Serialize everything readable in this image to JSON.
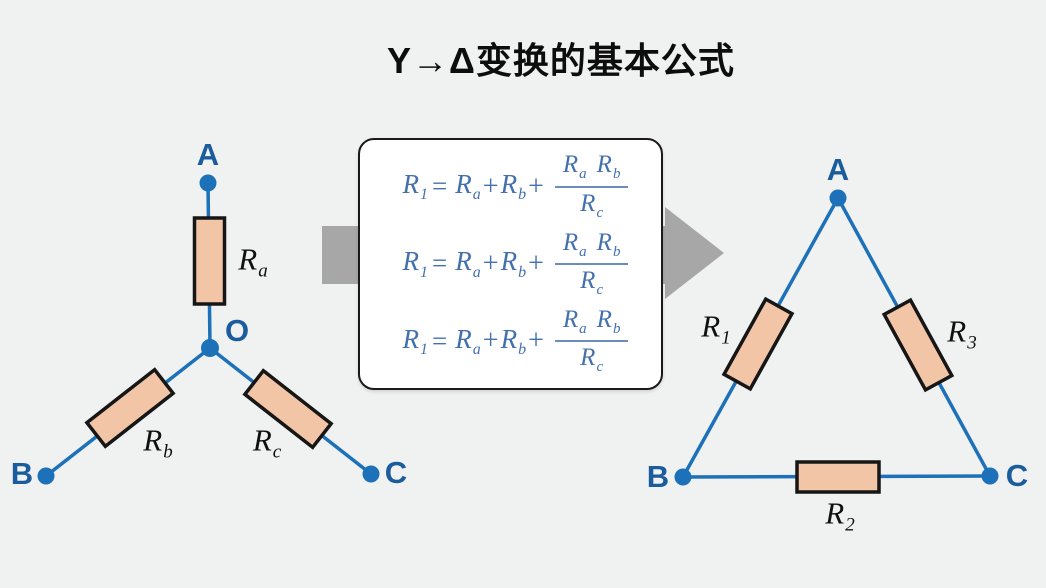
{
  "title": "Y→Δ变换的基本公式",
  "colors": {
    "bg": "#f0f1f1",
    "line-blue": "#1d71b8",
    "label-blue": "#1b5c9c",
    "formula-blue": "#4471ad",
    "resistor-fill": "#f2c5a7",
    "resistor-stroke": "#161616",
    "arrow-gray": "#a7a7a7",
    "title-black": "#0d0d0d",
    "box-border": "#1a1a1a",
    "frac-bar": "#6c8cbd"
  },
  "wye": {
    "nodes": [
      "A",
      "O",
      "B",
      "C"
    ],
    "resistors": [
      {
        "id": "Ra",
        "base": "R",
        "sub": "a"
      },
      {
        "id": "Rb",
        "base": "R",
        "sub": "b"
      },
      {
        "id": "Rc",
        "base": "R",
        "sub": "c"
      }
    ]
  },
  "delta": {
    "nodes": [
      "A",
      "B",
      "C"
    ],
    "resistors": [
      {
        "id": "R1",
        "base": "R",
        "sub": "1"
      },
      {
        "id": "R2",
        "base": "R",
        "sub": "2"
      },
      {
        "id": "R3",
        "base": "R",
        "sub": "3"
      }
    ]
  },
  "formula_box": {
    "rows": [
      {
        "lhs_base": "R",
        "lhs_sub": "1",
        "eq": "=",
        "term1_base": "R",
        "term1_sub": "a",
        "op1": "+",
        "term2_base": "R",
        "term2_sub": "b",
        "op2": "+",
        "num1_base": "R",
        "num1_sub": "a",
        "num2_base": "R",
        "num2_sub": "b",
        "den_base": "R",
        "den_sub": "c"
      },
      {
        "lhs_base": "R",
        "lhs_sub": "1",
        "eq": "=",
        "term1_base": "R",
        "term1_sub": "a",
        "op1": "+",
        "term2_base": "R",
        "term2_sub": "b",
        "op2": "+",
        "num1_base": "R",
        "num1_sub": "a",
        "num2_base": "R",
        "num2_sub": "b",
        "den_base": "R",
        "den_sub": "c"
      },
      {
        "lhs_base": "R",
        "lhs_sub": "1",
        "eq": "=",
        "term1_base": "R",
        "term1_sub": "a",
        "op1": "+",
        "term2_base": "R",
        "term2_sub": "b",
        "op2": "+",
        "num1_base": "R",
        "num1_sub": "a",
        "num2_base": "R",
        "num2_sub": "b",
        "den_base": "R",
        "den_sub": "c"
      }
    ]
  }
}
